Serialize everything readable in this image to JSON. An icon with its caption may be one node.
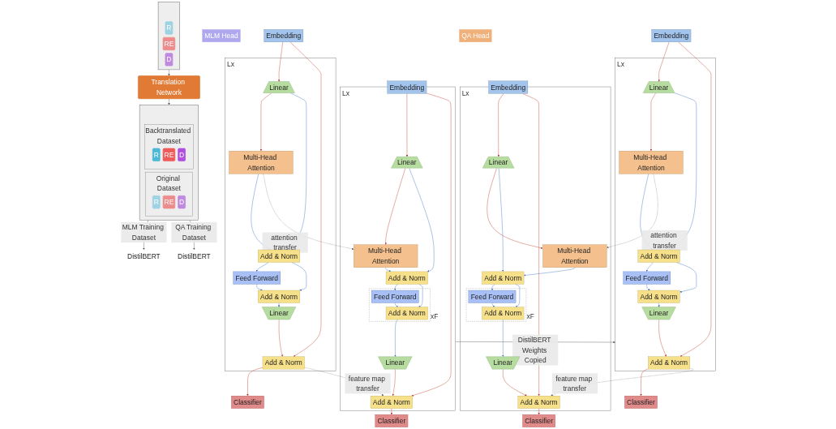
{
  "diagram": {
    "nodes": [
      {
        "text": [],
        "shape": "box"
      },
      {
        "text": [
          "R"
        ],
        "in": 0
      },
      {
        "text": [
          "RE"
        ],
        "in": 0
      },
      {
        "text": [
          "D"
        ],
        "in": 0
      },
      {
        "text": [
          "Translation Network"
        ]
      },
      {
        "text": [],
        "shape": "box"
      },
      {
        "text": [
          "Original Dataset"
        ],
        "in": 5
      },
      {
        "text": [
          "R"
        ],
        "in": 6
      },
      {
        "text": [
          "RE"
        ],
        "in": 6
      },
      {
        "text": [
          "D"
        ],
        "in": 6
      },
      {
        "text": [
          "Backtranslated Dataset"
        ],
        "in": 5
      },
      {
        "text": [
          "R"
        ],
        "in": 10
      },
      {
        "text": [
          "RE"
        ],
        "in": 10
      },
      {
        "text": [
          "D"
        ],
        "in": 10
      },
      {
        "text": [
          "DistilBERT"
        ]
      },
      {
        "text": [
          "DistilBERT"
        ]
      },
      {
        "text": [
          "MLM Head"
        ]
      },
      {
        "text": [
          "Classifier"
        ]
      },
      {
        "text": [
          "Lx"
        ]
      },
      {
        "text": [
          "Add & Norm"
        ],
        "in": 18
      },
      {
        "text": [
          "Linear"
        ],
        "in": 18
      },
      {
        "text": [
          "Add & Norm"
        ],
        "in": 18
      },
      {
        "text": [
          "Feed Forward"
        ],
        "in": 18
      },
      {
        "text": [
          "Add & Norm"
        ],
        "in": 18
      },
      {
        "text": [
          "Multi-Head Attention"
        ],
        "in": 18
      },
      {
        "text": [
          "Linear"
        ],
        "in": 18
      },
      {
        "text": [
          "Embedding"
        ]
      },
      {
        "text": [
          "Classifier"
        ]
      },
      {
        "text": [
          "Lx"
        ]
      },
      {
        "text": [
          "Add & Norm"
        ],
        "in": 28
      },
      {
        "text": [
          "Linear"
        ],
        "in": 28
      },
      {
        "text": [
          "xF"
        ],
        "in": 28
      },
      {
        "text": [
          "Add & Norm"
        ],
        "in": 31
      },
      {
        "text": [
          "Feed Forward"
        ],
        "in": 31
      },
      {
        "text": [
          "Add & Norm"
        ],
        "in": 28
      },
      {
        "text": [
          "Multi-Head Attention"
        ],
        "in": 28
      },
      {
        "text": [
          "Linear"
        ],
        "in": 28
      },
      {
        "text": [
          "Embedding"
        ]
      },
      {
        "text": [
          "QA Head"
        ]
      },
      {
        "text": [
          "Classifier"
        ]
      },
      {
        "text": [
          "Lx"
        ]
      },
      {
        "text": [
          "Add & Norm"
        ],
        "in": 40
      },
      {
        "text": [
          "Linear"
        ],
        "in": 40
      },
      {
        "text": [
          "Add & Norm"
        ],
        "in": 40
      },
      {
        "text": [
          "Feed Forward"
        ],
        "in": 40
      },
      {
        "text": [
          "Add & Norm"
        ],
        "in": 40
      },
      {
        "text": [
          "Multi-Head Attention"
        ],
        "in": 40
      },
      {
        "text": [
          "Linear"
        ],
        "in": 40
      },
      {
        "text": [
          "Embedding"
        ]
      },
      {
        "text": [
          "Classifier"
        ]
      },
      {
        "text": [
          "Lx"
        ]
      },
      {
        "text": [
          "Add & Norm"
        ],
        "in": 50
      },
      {
        "text": [
          "Linear"
        ],
        "in": 50
      },
      {
        "text": [
          "xF"
        ],
        "in": 50
      },
      {
        "text": [
          "Add & Norm"
        ],
        "in": 53
      },
      {
        "text": [
          "Feed Forward"
        ],
        "in": 53
      },
      {
        "text": [
          "Add & Norm"
        ],
        "in": 50
      },
      {
        "text": [
          "Multi-Head Attention"
        ],
        "in": 50
      },
      {
        "text": [
          "Linear"
        ],
        "in": 50
      },
      {
        "text": [
          "Embedding"
        ]
      }
    ],
    "edges": [
      {
        "from": 0,
        "to": 4,
        "arrow": "to",
        "color": "#555555"
      },
      {
        "from": 4,
        "to": 5,
        "arrow": "to",
        "color": "#555555"
      },
      {
        "from": 5,
        "to": 14,
        "arrow": "to",
        "label": "MLM Training Dataset",
        "color": "#555555"
      },
      {
        "from": 5,
        "to": 15,
        "arrow": "to",
        "label": "QA Training Dataset",
        "color": "#555555"
      },
      {
        "from": 26,
        "to": 25,
        "arrow": "to",
        "color": "#c0392b"
      },
      {
        "from": 25,
        "to": 24,
        "arrow": "to",
        "color": "#c0392b"
      },
      {
        "from": 24,
        "to": 23,
        "arrow": "to",
        "color": "#3b6fc4"
      },
      {
        "from": 23,
        "to": 22,
        "arrow": "to",
        "color": "#3b6fc4"
      },
      {
        "from": 22,
        "to": 21,
        "arrow": "to",
        "color": "#3b6fc4"
      },
      {
        "from": 21,
        "to": 20,
        "arrow": "to",
        "color": "#3b6fc4"
      },
      {
        "from": 20,
        "to": 19,
        "arrow": "to",
        "color": "#c0392b"
      },
      {
        "from": 19,
        "to": 17,
        "arrow": "to",
        "color": "#c0392b"
      },
      {
        "from": 25,
        "to": 23,
        "arrow": "to",
        "color": "#3b6fc4"
      },
      {
        "from": 23,
        "to": 21,
        "arrow": "to",
        "color": "#3b6fc4"
      },
      {
        "from": 26,
        "to": 19,
        "arrow": "to",
        "color": "#c0392b"
      },
      {
        "from": 37,
        "to": 36,
        "arrow": "to",
        "color": "#c0392b"
      },
      {
        "from": 36,
        "to": 35,
        "arrow": "to",
        "color": "#c0392b"
      },
      {
        "from": 35,
        "to": 34,
        "arrow": "to",
        "color": "#3b6fc4"
      },
      {
        "from": 34,
        "to": 33,
        "arrow": "to",
        "color": "#3b6fc4"
      },
      {
        "from": 33,
        "to": 32,
        "arrow": "to",
        "color": "#3b6fc4"
      },
      {
        "from": 32,
        "to": 30,
        "arrow": "to",
        "color": "#3b6fc4"
      },
      {
        "from": 30,
        "to": 29,
        "arrow": "to",
        "color": "#c0392b"
      },
      {
        "from": 29,
        "to": 27,
        "arrow": "to",
        "color": "#c0392b"
      },
      {
        "from": 36,
        "to": 34,
        "arrow": "to",
        "color": "#3b6fc4"
      },
      {
        "from": 34,
        "to": 32,
        "arrow": "to",
        "color": "#3b6fc4"
      },
      {
        "from": 37,
        "to": 29,
        "arrow": "to",
        "color": "#c0392b"
      },
      {
        "from": 19,
        "to": 29,
        "arrow": "to",
        "style": "dashed",
        "label": "feature map transfer",
        "color": "#555555"
      },
      {
        "from": 24,
        "to": 35,
        "arrow": "to",
        "style": "dashed",
        "label": "attention transfer",
        "color": "#555555"
      },
      {
        "from": 28,
        "to": 40,
        "arrow": "to",
        "label": "DistilBERT Weights Copied",
        "color": "#555555"
      },
      {
        "from": 48,
        "to": 47,
        "arrow": "to",
        "color": "#c0392b"
      },
      {
        "from": 47,
        "to": 46,
        "arrow": "to",
        "color": "#c0392b"
      },
      {
        "from": 46,
        "to": 45,
        "arrow": "to",
        "color": "#3b6fc4"
      },
      {
        "from": 45,
        "to": 44,
        "arrow": "to",
        "color": "#3b6fc4"
      },
      {
        "from": 44,
        "to": 43,
        "arrow": "to",
        "color": "#3b6fc4"
      },
      {
        "from": 43,
        "to": 42,
        "arrow": "to",
        "color": "#3b6fc4"
      },
      {
        "from": 42,
        "to": 41,
        "arrow": "to",
        "color": "#c0392b"
      },
      {
        "from": 41,
        "to": 39,
        "arrow": "to",
        "color": "#c0392b"
      },
      {
        "from": 47,
        "to": 45,
        "arrow": "to",
        "color": "#3b6fc4"
      },
      {
        "from": 45,
        "to": 43,
        "arrow": "to",
        "color": "#3b6fc4"
      },
      {
        "from": 48,
        "to": 41,
        "arrow": "to",
        "color": "#c0392b"
      },
      {
        "from": 59,
        "to": 58,
        "arrow": "to",
        "color": "#c0392b"
      },
      {
        "from": 58,
        "to": 57,
        "arrow": "to",
        "color": "#c0392b"
      },
      {
        "from": 57,
        "to": 56,
        "arrow": "to",
        "color": "#3b6fc4"
      },
      {
        "from": 56,
        "to": 55,
        "arrow": "to",
        "color": "#3b6fc4"
      },
      {
        "from": 55,
        "to": 54,
        "arrow": "to",
        "color": "#3b6fc4"
      },
      {
        "from": 54,
        "to": 52,
        "arrow": "to",
        "color": "#3b6fc4"
      },
      {
        "from": 52,
        "to": 51,
        "arrow": "to",
        "color": "#c0392b"
      },
      {
        "from": 51,
        "to": 49,
        "arrow": "to",
        "color": "#c0392b"
      },
      {
        "from": 58,
        "to": 56,
        "arrow": "to",
        "color": "#3b6fc4"
      },
      {
        "from": 56,
        "to": 54,
        "arrow": "to",
        "color": "#3b6fc4"
      },
      {
        "from": 59,
        "to": 51,
        "arrow": "to",
        "color": "#c0392b"
      },
      {
        "from": 41,
        "to": 51,
        "arrow": "to",
        "style": "dashed",
        "label": "feature map transfer",
        "color": "#555555"
      },
      {
        "from": 46,
        "to": 57,
        "arrow": "to",
        "style": "dashed",
        "label": "attention transfer",
        "color": "#555555"
      }
    ]
  }
}
